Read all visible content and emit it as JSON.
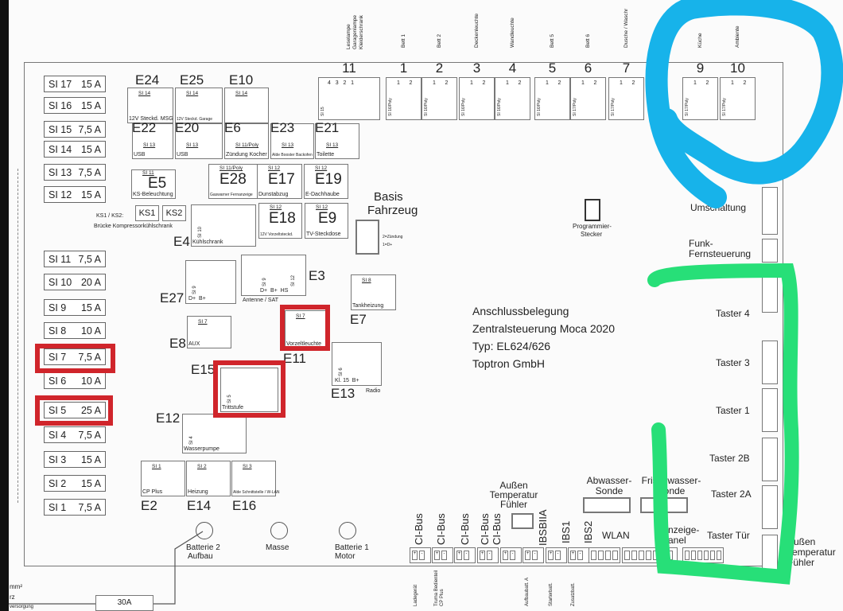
{
  "title_block": {
    "line1": "Anschlussbelegung",
    "line2": "Zentralsteuerung Moca 2020",
    "line3": "Typ: EL624/626",
    "line4": "Toptron GmbH"
  },
  "fuses": [
    {
      "id": "SI 17",
      "rating": "15 A"
    },
    {
      "id": "SI 16",
      "rating": "15 A"
    },
    {
      "id": "SI 15",
      "rating": "7,5 A"
    },
    {
      "id": "SI 14",
      "rating": "15 A"
    },
    {
      "id": "SI 13",
      "rating": "7,5 A"
    },
    {
      "id": "SI 12",
      "rating": "15 A"
    },
    {
      "id": "SI 11",
      "rating": "7,5 A"
    },
    {
      "id": "SI 10",
      "rating": "20 A"
    },
    {
      "id": "SI 9",
      "rating": "15 A"
    },
    {
      "id": "SI 8",
      "rating": "10 A"
    },
    {
      "id": "SI 7",
      "rating": "7,5 A"
    },
    {
      "id": "SI 6",
      "rating": "10 A"
    },
    {
      "id": "SI 5",
      "rating": "25 A"
    },
    {
      "id": "SI 4",
      "rating": "7,5 A"
    },
    {
      "id": "SI 3",
      "rating": "15 A"
    },
    {
      "id": "SI 2",
      "rating": "15 A"
    },
    {
      "id": "SI 1",
      "rating": "7,5 A"
    }
  ],
  "top_outputs": [
    {
      "num": "11",
      "label": "Leselampe Garagenlampe Kleiderschrank",
      "fuse": "SI 15"
    },
    {
      "num": "1",
      "label": "Bett 1",
      "fuse": "SI 16/Poly"
    },
    {
      "num": "2",
      "label": "Bett 2",
      "fuse": "SI 16/Poly"
    },
    {
      "num": "3",
      "label": "Deckenleuchte",
      "fuse": "SI 16/Poly"
    },
    {
      "num": "4",
      "label": "Wandleuchte",
      "fuse": "SI 16/Poly"
    },
    {
      "num": "5",
      "label": "Bett 5",
      "fuse": "SI 16/Poly"
    },
    {
      "num": "6",
      "label": "Bett 6",
      "fuse": "SI 17/Poly"
    },
    {
      "num": "7",
      "label": "Dusche / Waschr",
      "fuse": "SI 17/Poly"
    },
    {
      "num": "9",
      "label": "Küche",
      "fuse": "SI 17/Poly"
    },
    {
      "num": "10",
      "label": "Ambiente",
      "fuse": "SI 17/Poly"
    }
  ],
  "modules": [
    {
      "id": "E24",
      "fuse": "SI 14",
      "label": "12V Steckd. MSG"
    },
    {
      "id": "E25",
      "fuse": "SI 14",
      "label": "12V Steckd. Garage"
    },
    {
      "id": "E10",
      "fuse": "SI 14",
      "label": ""
    },
    {
      "id": "E22",
      "fuse": "SI 13",
      "label": "USB"
    },
    {
      "id": "E20",
      "fuse": "SI 13",
      "label": "USB"
    },
    {
      "id": "E6",
      "fuse": "SI 11/Poly",
      "label": "Zündung Kocher"
    },
    {
      "id": "E23",
      "fuse": "SI 13",
      "label": "Alde Booster Backofen"
    },
    {
      "id": "E21",
      "fuse": "SI 13",
      "label": "Toilette"
    },
    {
      "id": "E5",
      "fuse": "SI 11",
      "label": "KS-Beleuchtung"
    },
    {
      "id": "E28",
      "fuse": "SI 11/Poly",
      "label": "Gaswarner Fernanzeige"
    },
    {
      "id": "E17",
      "fuse": "SI 12",
      "label": "Dunstabzug"
    },
    {
      "id": "E19",
      "fuse": "SI 12",
      "label": "E-Dachhaube"
    },
    {
      "id": "E18",
      "fuse": "SI 12",
      "label": "12V Vorzeltsteckd."
    },
    {
      "id": "E9",
      "fuse": "SI 12",
      "label": "TV-Steckdose"
    },
    {
      "id": "E7",
      "fuse": "SI 8",
      "label": "Tankheizung"
    },
    {
      "id": "E8",
      "fuse": "SI 7",
      "label": "AUX"
    },
    {
      "id": "E11",
      "fuse": "SI 7",
      "label": "Vorzeltleuchte"
    },
    {
      "id": "E2",
      "fuse": "SI 1",
      "label": "CP Plus"
    },
    {
      "id": "E14",
      "fuse": "SI 2",
      "label": "Heizung"
    },
    {
      "id": "E16",
      "fuse": "SI 3",
      "label": "Alde Schnittstelle / W-LAN"
    }
  ],
  "multi_modules": {
    "E4": {
      "id": "E4",
      "label": "Kühlschrank",
      "fuse": "SI 10"
    },
    "E27": {
      "id": "E27",
      "fuse": "SI 9",
      "sub": "D+  B+"
    },
    "E3": {
      "id": "E3",
      "label": "Antenne / SAT",
      "fuse_a": "SI 9",
      "fuse_b": "SI 12",
      "sub": "D+  B+  HS"
    },
    "E13": {
      "id": "E13",
      "label": "Radio",
      "fuse": "SI 6",
      "sub": "Kl. 15  B+"
    },
    "E15": {
      "id": "E15",
      "label": "Trittstufe",
      "fuse": "SI 5"
    },
    "E12": {
      "id": "E12",
      "label": "Wasserpumpe",
      "fuse": "SI 4"
    }
  },
  "ks": {
    "ks1": "KS1",
    "ks2": "KS2",
    "note1": "KS1 / KS2:",
    "note2": "Brücke Kompressorkühlschrank"
  },
  "basis": {
    "line1": "Basis",
    "line2": "Fahrzeug",
    "pin2": "2=Zündung",
    "pin1": "1=D+"
  },
  "programmer": {
    "line1": "Programmier-",
    "line2": "Stecker"
  },
  "right_connectors": [
    "Umschaltung",
    "Funk-Fernsteuerung",
    "Taster 4",
    "Taster 3",
    "Taster 1",
    "Taster 2B",
    "Taster 2A"
  ],
  "bottom_ports": {
    "labels": [
      "CI-Bus",
      "CI-Bus",
      "CI-Bus",
      "CI-Bus",
      "CI-Bus",
      "IBSBIIA",
      "IBS1",
      "IBS2"
    ],
    "sub_labels": [
      "Ladegerät",
      "Truma Bedienteil CP Plus",
      "Aufbaubatt. A",
      "Starterbatt.",
      "Zusatzbatt."
    ],
    "aussen_temp": "Außen Temperatur Fühler",
    "abwasser": "Abwasser- Sonde",
    "frischwasser": "Frischwasser- Sonde",
    "wlan": "WLAN",
    "anzeige": "Anzeige- Panel",
    "taster_tuer": "Taster Tür",
    "aussen_temp_right": "Außen Temperatur Fühler"
  },
  "terminals": {
    "bat2_line1": "Batterie 2",
    "bat2_line2": "Aufbau",
    "masse": "Masse",
    "bat1_line1": "Batterie 1",
    "bat1_line2": "Motor"
  },
  "external": {
    "fuse_30a": "30A",
    "cable1": "mm²",
    "cable2": "rz",
    "cable3": "versorgung"
  },
  "annotation_colors": {
    "red": "#d0252b",
    "blue": "#17b3ea",
    "green": "#27df78"
  }
}
